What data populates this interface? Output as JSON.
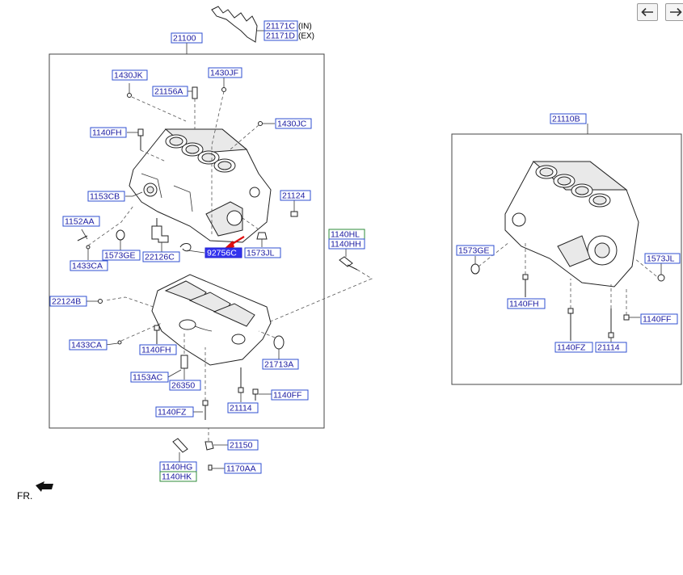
{
  "toolbar": {
    "back_icon": "arrow-left-icon",
    "forward_icon": "arrow-right-icon"
  },
  "labels": {
    "p21171C": "21171C",
    "p21171C_suffix": "(IN)",
    "p21171D": "21171D",
    "p21171D_suffix": "(EX)",
    "p21100": "21100",
    "p1430JK": "1430JK",
    "p1430JF": "1430JF",
    "p21156A": "21156A",
    "p1430JC": "1430JC",
    "p1140FH_a": "1140FH",
    "p1153CB": "1153CB",
    "p21124": "21124",
    "p1152AA": "1152AA",
    "p1433CA_a": "1433CA",
    "p1573GE_a": "1573GE",
    "p22126C": "22126C",
    "p92756C": "92756C",
    "p1573JL_a": "1573JL",
    "p1140HL": "1140HL",
    "p1140HH": "1140HH",
    "p22124B": "22124B",
    "p1433CA_b": "1433CA",
    "p1140FH_b": "1140FH",
    "p21713A": "21713A",
    "p1153AC": "1153AC",
    "p26350": "26350",
    "p1140FF_a": "1140FF",
    "p1140FZ_a": "1140FZ",
    "p21114_a": "21114",
    "p21150": "21150",
    "p1140HG": "1140HG",
    "p1140HK": "1140HK",
    "p1170AA": "1170AA",
    "p21110B": "21110B",
    "p1573GE_b": "1573GE",
    "p1573JL_b": "1573JL",
    "p1140FH_c": "1140FH",
    "p1140FF_b": "1140FF",
    "p1140FZ_b": "1140FZ",
    "p21114_b": "21114"
  },
  "orientation": {
    "text": "FR.",
    "icon": "front-direction-arrow-icon"
  },
  "colors": {
    "label_text": "#1a1aa0",
    "label_border": "#2f4fd0",
    "label_border_alt": "#2e8b3a",
    "highlight_fill": "#3333ee",
    "pointer_arrow": "#e01010"
  }
}
